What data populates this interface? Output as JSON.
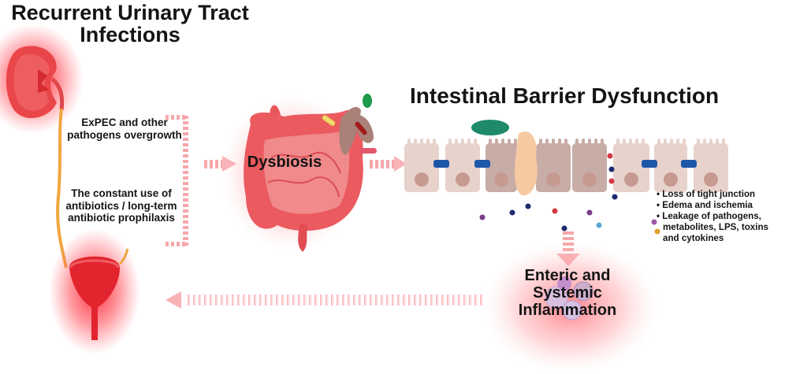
{
  "titles": {
    "utis_line1": "Recurrent Urinary Tract",
    "utis_line2": "Infections",
    "barrier": "Intestinal Barrier Dysfunction"
  },
  "notes": {
    "expec_line1": "ExPEC and other",
    "expec_line2": "pathogens overgrowth",
    "abx_line1": "The constant use of",
    "abx_line2": "antibiotics / long-term",
    "abx_line3": "antibiotic prophilaxis"
  },
  "labels": {
    "dysbiosis": "Dysbiosis",
    "inflammation_line1": "Enteric and Systemic",
    "inflammation_line2": "Inflammation"
  },
  "consequences": [
    "Loss of tight junction",
    "Edema and ischemia",
    "Leakage of pathogens,",
    "metabolites, LPS, toxins",
    "and cytokines"
  ],
  "icons": {
    "kidney": "kidney-icon",
    "bladder": "bladder-icon",
    "intestine": "intestine-icon",
    "epithelium": "epithelial-cells-icon",
    "immune_cells": "immune-cells-icon",
    "bacteria": "bacteria-icon"
  },
  "colors": {
    "glow_red": "#ff2b3a",
    "arrow_pink": "#f9b3b5",
    "organ_red": "#e8434a",
    "ureter_orange": "#f0a640",
    "cell_beige": "#e8d2cc",
    "cell_dark": "#c8aca6",
    "nucleus": "#c79a91",
    "junction_blue": "#1e57a8"
  }
}
